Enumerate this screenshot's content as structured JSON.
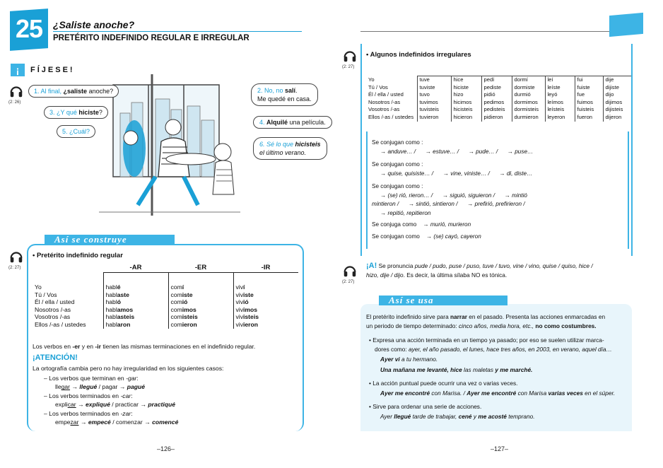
{
  "unit": {
    "number": "25",
    "title": "¿Saliste anoche?",
    "subtitle": "PRETÉRITO INDEFINIDO REGULAR E IRREGULAR"
  },
  "fijese": {
    "mark": "¡",
    "title": "FÍJESE!",
    "track": "(2: 26)"
  },
  "dialogue": {
    "b1": [
      "1. Al final, ",
      "¿saliste",
      " anoche?"
    ],
    "b2": [
      "2. No, no ",
      "salí",
      "."
    ],
    "b2b": "Me quedé en casa.",
    "b3": [
      "3. ¿Y qué ",
      "hiciste",
      "?"
    ],
    "b4": [
      "4. ",
      "Alquilé",
      " una película."
    ],
    "b5": "5. ¿Cuál?",
    "b6": [
      "6. Sé lo que ",
      "hicisteis"
    ],
    "b6b": "el último verano."
  },
  "construye": {
    "bar": "Así se construye",
    "track": "(2: 27)",
    "heading": "Pretérito indefinido regular",
    "cols": [
      "-AR",
      "-ER",
      "-IR"
    ],
    "rows": [
      {
        "p": "Yo",
        "ar": [
          "habl",
          "é"
        ],
        "er": [
          "com",
          "í"
        ],
        "ir": [
          "viv",
          "í"
        ]
      },
      {
        "p": "Tú / Vos",
        "ar": [
          "habl",
          "aste"
        ],
        "er": [
          "com",
          "iste"
        ],
        "ir": [
          "viv",
          "iste"
        ]
      },
      {
        "p": "Él / ella / usted",
        "ar": [
          "habl",
          "ó"
        ],
        "er": [
          "com",
          "ió"
        ],
        "ir": [
          "viv",
          "ió"
        ]
      },
      {
        "p": "Nosotros /-as",
        "ar": [
          "habl",
          "amos"
        ],
        "er": [
          "com",
          "imos"
        ],
        "ir": [
          "viv",
          "imos"
        ]
      },
      {
        "p": "Vosotros /-as",
        "ar": [
          "habl",
          "asteis"
        ],
        "er": [
          "com",
          "isteis"
        ],
        "ir": [
          "viv",
          "isteis"
        ]
      },
      {
        "p": "Ellos /-as / ustedes",
        "ar": [
          "habl",
          "aron"
        ],
        "er": [
          "com",
          "ieron"
        ],
        "ir": [
          "viv",
          "ieron"
        ]
      }
    ],
    "note": [
      "Los verbos en ",
      "-er",
      " y en ",
      "-ir",
      " tienen las mismas terminaciones en el indefinido regular."
    ],
    "atencion": "¡ATENCIÓN!",
    "at_intro": "La ortografía cambia pero no hay irregularidad en los siguientes casos:",
    "at1": [
      "– Los verbos que terminan en ",
      "-gar",
      ":"
    ],
    "at1ex": [
      "lle",
      "gar",
      " → ",
      "llegué",
      " / pagar → ",
      "pagué"
    ],
    "at2": [
      "– Los verbos terminados en ",
      "-car",
      ":"
    ],
    "at2ex": [
      "expli",
      "car",
      " → ",
      "expliqué",
      " / practicar → ",
      "practiqué"
    ],
    "at3": [
      "– Los verbos terminados en ",
      "-zar",
      ":"
    ],
    "at3ex": [
      "empe",
      "zar",
      " → ",
      "empecé",
      " / comenzar → ",
      "comencé"
    ]
  },
  "irregulares": {
    "track": "(2: 27)",
    "heading": "Algunos indefinidos irregulares",
    "persons": [
      "Yo",
      "Tú / Vos",
      "Él / ella / usted",
      "Nosotros /-as",
      "Vosotros /-as",
      "Ellos /-as / ustedes"
    ],
    "verbs": [
      [
        "tuve",
        "tuviste",
        "tuvo",
        "tuvimos",
        "tuvisteis",
        "tuvieron"
      ],
      [
        "hice",
        "hiciste",
        "hizo",
        "hicimos",
        "hicisteis",
        "hicieron"
      ],
      [
        "pedí",
        "pediste",
        "pidió",
        "pedimos",
        "pedisteis",
        "pidieron"
      ],
      [
        "dormí",
        "dormiste",
        "durmió",
        "dormimos",
        "dormisteis",
        "durmieron"
      ],
      [
        "leí",
        "leíste",
        "leyó",
        "leímos",
        "leísteis",
        "leyeron"
      ],
      [
        "fui",
        "fuiste",
        "fue",
        "fuimos",
        "fuisteis",
        "fueron"
      ],
      [
        "dije",
        "dijiste",
        "dijo",
        "dijimos",
        "dijisteis",
        "dijeron"
      ]
    ]
  },
  "conjugan": {
    "c1": "Se conjugan como :",
    "c1l": [
      "→ anduve… /",
      "→ estuve… /",
      "→ pude… /",
      "→ puse…"
    ],
    "c2": "Se conjugan como :",
    "c2l": [
      "→ quise, quisiste… /",
      "→ vine, viniste… /",
      "→ di, diste…"
    ],
    "c3": "Se conjugan como :",
    "c3l1": [
      "→ (se) rió, rieron… /",
      "→ siguió, siguieron /",
      "→ mintió"
    ],
    "c3l2": [
      "mintieron /",
      "→ sintió, sintieron /",
      "→ prefirió, prefirieron /"
    ],
    "c3l3": "→ repitió, repitieron",
    "c4": "Se conjuga como",
    "c4v": "→ murió, murieron",
    "c5": "Se conjugan como",
    "c5v": "→ (se) cayó, cayeron"
  },
  "pronuncia": {
    "track": "(2: 27)",
    "mark": "¡A!",
    "l1a": " Se pronuncia ",
    "l1b": "pude / pudo, puse / puso, tuve / tuvo, vine / vino, quise / quiso, hice /",
    "l2a": "hizo, dije / dijo",
    "l2b": ". Es decir, la última sílaba NO es tónica."
  },
  "usa": {
    "bar": "Así se usa",
    "intro": [
      "El pretérito indefinido sirve para ",
      "narrar",
      " en el pasado. Presenta las acciones enmarcadas en"
    ],
    "intro2": [
      "un periodo de tiempo determinado: ",
      "cinco años, media hora, etc., ",
      "no como costumbres."
    ],
    "p1": "Expresa una acción terminada en un tiempo ya pasado; por eso se suelen utilizar marca-",
    "p1b": [
      "dores como: ",
      "ayer, el año pasado, el lunes, hace tres años, en 2003, en verano, aquel día…"
    ],
    "p1ex1": [
      "Ayer vi",
      " a tu hermano."
    ],
    "p1ex2": [
      "Una mañana me levanté, hice",
      " las maletas ",
      "y me marché."
    ],
    "p2": "La acción puntual puede ocurrir una vez o varias veces.",
    "p2ex": [
      "Ayer me encontré",
      " con Marisa. / ",
      "Ayer me encontré",
      " con Marisa ",
      "varias veces",
      " en el súper."
    ],
    "p3": "Sirve para ordenar una serie de acciones.",
    "p3ex": [
      "Ayer ",
      "llegué",
      " tarde de trabajar, ",
      "cené",
      " y ",
      "me acosté",
      " temprano."
    ]
  },
  "footer": {
    "left": "–126–",
    "right": "–127–"
  },
  "colors": {
    "accent": "#1aa0d6",
    "bar": "#3db4e5",
    "panel": "#e8f5fb"
  }
}
